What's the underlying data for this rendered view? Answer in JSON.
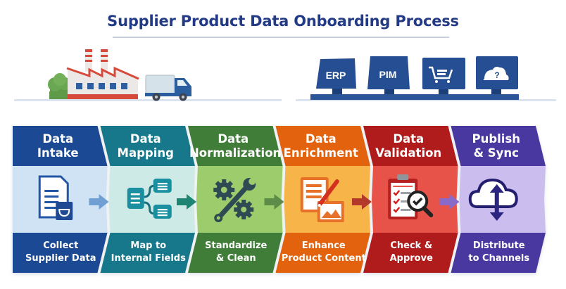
{
  "title": "Supplier Product Data Onboarding Process",
  "scene": {
    "left_icons": [
      "factory-icon",
      "delivery-truck-icon",
      "tree-icon"
    ],
    "systems": [
      {
        "label": "ERP",
        "icon": "monitor-icon"
      },
      {
        "label": "PIM",
        "icon": "monitor-icon"
      },
      {
        "label": "",
        "icon": "shopping-cart-icon"
      },
      {
        "label": "",
        "icon": "help-question-icon"
      }
    ]
  },
  "steps": [
    {
      "title_line1": "Data",
      "title_line2": "Intake",
      "desc_line1": "Collect",
      "desc_line2": "Supplier Data",
      "icon": "document-inbox-icon",
      "colors": {
        "dark": "#1f4a93",
        "light": "#cfe3f5"
      }
    },
    {
      "title_line1": "Data",
      "title_line2": "Mapping",
      "desc_line1": "Map to",
      "desc_line2": "Internal Fields",
      "icon": "field-mapping-icon",
      "colors": {
        "dark": "#17788a",
        "light": "#cdeae6"
      }
    },
    {
      "title_line1": "Data",
      "title_line2": "Normalization",
      "desc_line1": "Standardize",
      "desc_line2": "& Clean",
      "icon": "gear-wrench-icon",
      "colors": {
        "dark": "#3f7d37",
        "light": "#9ccc6c"
      }
    },
    {
      "title_line1": "Data",
      "title_line2": "Enrichment",
      "desc_line1": "Enhance",
      "desc_line2": "Product Content",
      "icon": "document-edit-image-icon",
      "colors": {
        "dark": "#e2620f",
        "light": "#f7b54a"
      }
    },
    {
      "title_line1": "Data",
      "title_line2": "Validation",
      "desc_line1": "Check &",
      "desc_line2": "Approve",
      "icon": "checklist-magnifier-icon",
      "colors": {
        "dark": "#b01f1f",
        "light": "#e8534a"
      }
    },
    {
      "title_line1": "Publish",
      "title_line2": "& Sync",
      "desc_line1": "Distribute",
      "desc_line2": "to Channels",
      "icon": "cloud-sync-icon",
      "colors": {
        "dark": "#4a37a0",
        "light": "#cbbdee"
      }
    }
  ],
  "arrows": [
    {
      "icon": "arrow-right-icon",
      "color": "#6f9fd3"
    },
    {
      "icon": "arrow-right-icon",
      "color": "#1f8573"
    },
    {
      "icon": "arrow-right-icon",
      "color": "#5d8c49"
    },
    {
      "icon": "arrow-right-icon",
      "color": "#b33a2a"
    },
    {
      "icon": "arrow-right-icon",
      "color": "#8a6ac8"
    }
  ]
}
